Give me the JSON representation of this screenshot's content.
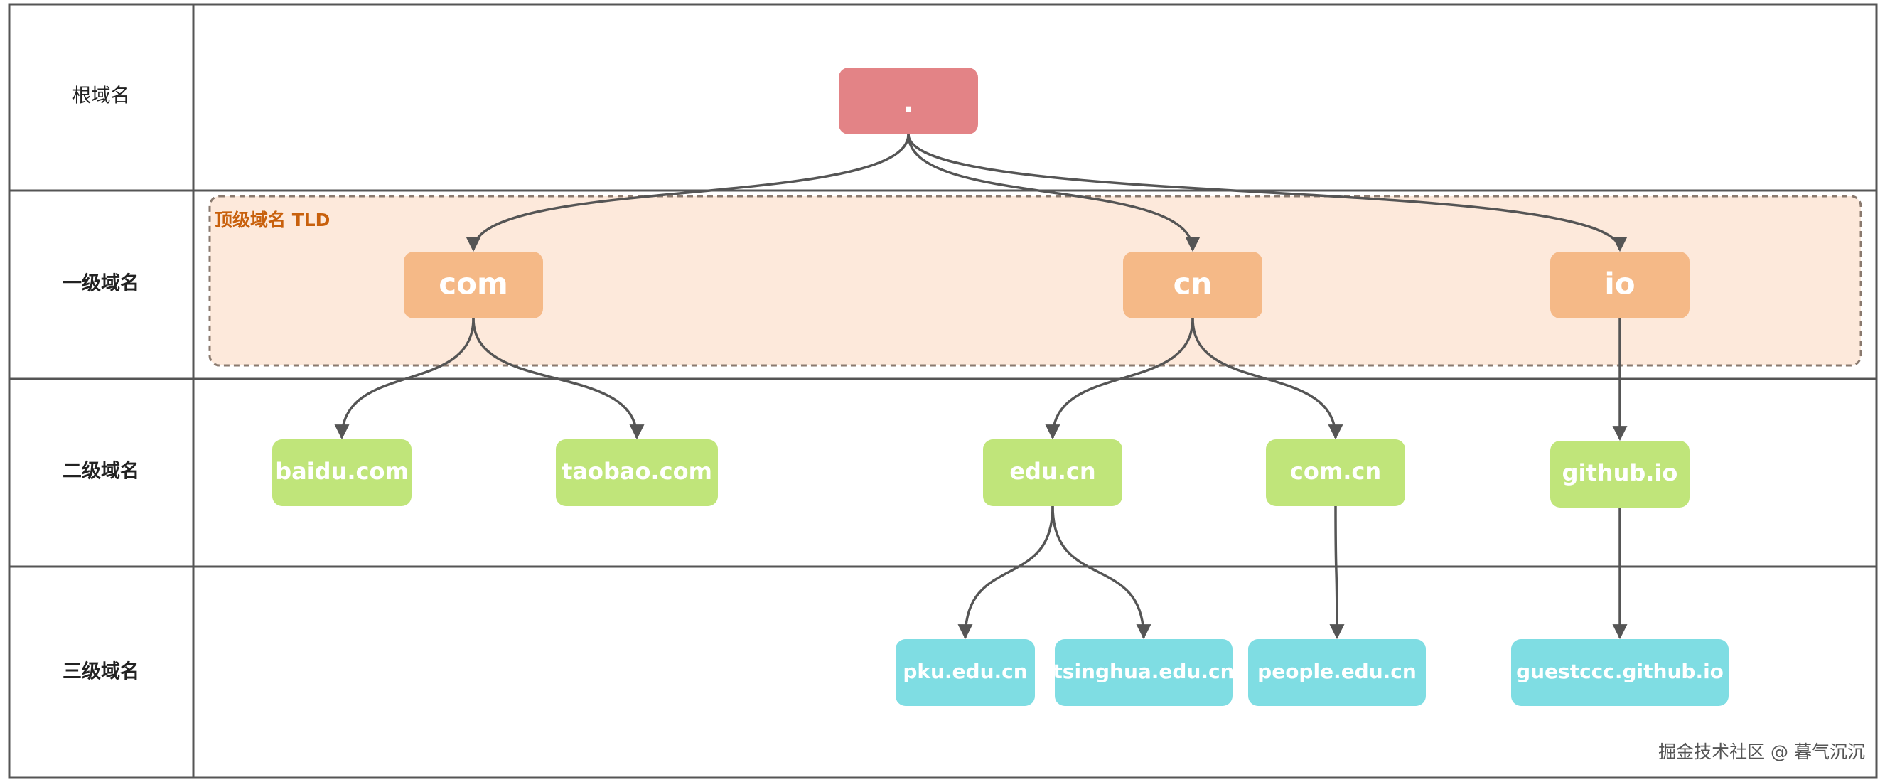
{
  "colors": {
    "root": "#e38386",
    "tld": "#f5b987",
    "second": "#c0e57a",
    "third": "#7fdde3",
    "tld_bg": "#fde9db",
    "tld_text": "#c8600c",
    "line": "#555555",
    "grid": "#555555"
  },
  "rows": [
    "根域名",
    "一级域名",
    "二级域名",
    "三级域名"
  ],
  "tld_region_label": "顶级域名 TLD",
  "nodes": {
    "root": ".",
    "com": "com",
    "cn": "cn",
    "io": "io",
    "baidu": "baidu.com",
    "taobao": "taobao.com",
    "educn": "edu.cn",
    "comcn": "com.cn",
    "githubio": "github.io",
    "pku": "pku.edu.cn",
    "tsinghua": "tsinghua.edu.cn",
    "people": "people.edu.cn",
    "guestccc": "guestccc.github.io"
  },
  "edges": [
    [
      "root",
      "com"
    ],
    [
      "root",
      "cn"
    ],
    [
      "root",
      "io"
    ],
    [
      "com",
      "baidu"
    ],
    [
      "com",
      "taobao"
    ],
    [
      "cn",
      "educn"
    ],
    [
      "cn",
      "comcn"
    ],
    [
      "io",
      "githubio"
    ],
    [
      "educn",
      "pku"
    ],
    [
      "educn",
      "tsinghua"
    ],
    [
      "comcn",
      "people"
    ],
    [
      "githubio",
      "guestccc"
    ]
  ],
  "watermark": "掘金技术社区 @ 暮气沉沉"
}
